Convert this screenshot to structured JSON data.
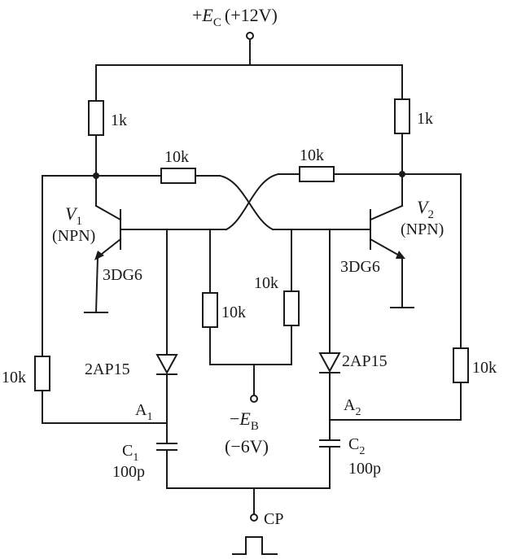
{
  "supply": {
    "plus_sign": "+",
    "symbol": "E",
    "subscript": "C",
    "value": "(+12V)"
  },
  "negative_supply": {
    "minus_sign": "−",
    "symbol": "E",
    "subscript": "B",
    "value": "(−6V)"
  },
  "transistor_left": {
    "symbol": "V",
    "subscript": "1",
    "type": "(NPN)",
    "model": "3DG6"
  },
  "transistor_right": {
    "symbol": "V",
    "subscript": "2",
    "type": "(NPN)",
    "model": "3DG6"
  },
  "resistors": {
    "collector_left": "1k",
    "collector_right": "1k",
    "cross_left": "10k",
    "cross_right": "10k",
    "base_bias_left": "10k",
    "base_bias_right": "10k",
    "feedback_left": "10k",
    "feedback_right": "10k"
  },
  "diodes": {
    "left": "2AP15",
    "right": "2AP15"
  },
  "nodes": {
    "a1_letter": "A",
    "a1_sub": "1",
    "a2_letter": "A",
    "a2_sub": "2"
  },
  "capacitors": {
    "c1_letter": "C",
    "c1_sub": "1",
    "c1_value": "100p",
    "c2_letter": "C",
    "c2_sub": "2",
    "c2_value": "100p"
  },
  "trigger": {
    "label": "CP"
  }
}
